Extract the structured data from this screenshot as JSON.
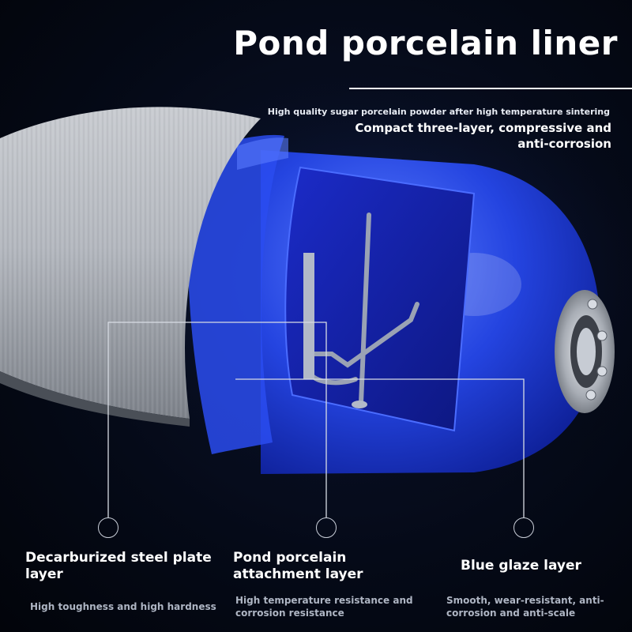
{
  "header": {
    "title": "Pond porcelain liner",
    "subtitle_small": "High quality sugar porcelain powder after high temperature sintering",
    "subtitle_main": "Compact three-layer, compressive and anti-corrosion"
  },
  "layers": [
    {
      "title": "Decarburized steel plate layer",
      "description": "High toughness and high hardness"
    },
    {
      "title": "Pond porcelain attachment layer",
      "description": "High temperature resistance and corrosion resistance"
    },
    {
      "title": "Blue glaze layer",
      "description": "Smooth, wear-resistant, anti-corrosion and anti-scale"
    }
  ],
  "colors": {
    "steel": "#b8bcc2",
    "blue_glaze": "#1e3fd8",
    "background": "#050a18"
  }
}
